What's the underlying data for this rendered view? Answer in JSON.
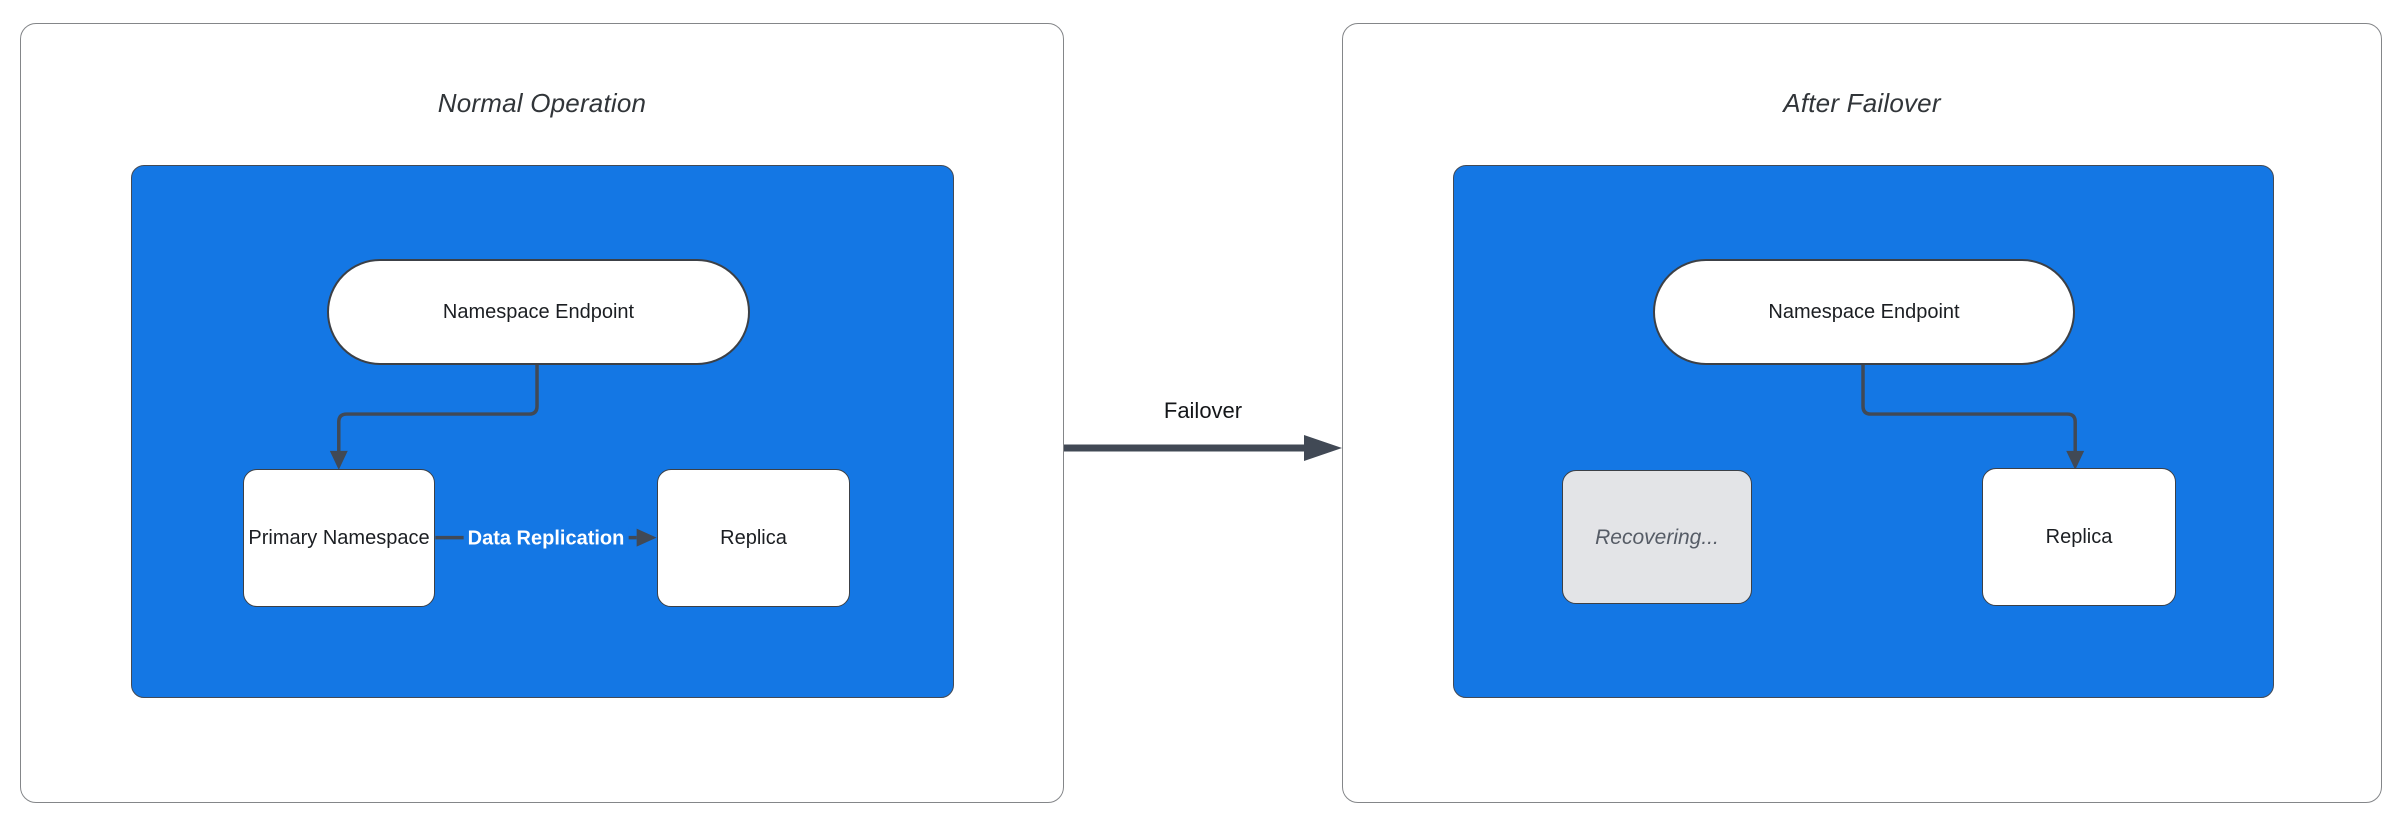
{
  "panels": [
    {
      "title": "Normal Operation",
      "endpoint_label": "Namespace Endpoint",
      "primary_label": "Primary Namespace",
      "replica_label": "Replica",
      "replication_label": "Data Replication"
    },
    {
      "title": "After Failover",
      "endpoint_label": "Namespace Endpoint",
      "recovering_label": "Recovering...",
      "replica_label": "Replica"
    }
  ],
  "transition": {
    "label": "Failover"
  },
  "colors": {
    "group_fill_blue": "#1477e4",
    "connector_dark": "#414955",
    "node_fill": "#ffffff",
    "recovering_fill": "#e3e4e7",
    "recovering_text": "#565c66",
    "panel_border": "#848689",
    "node_border": "#3c4046",
    "title_text": "#313539",
    "replication_label_text": "#ffffff"
  }
}
